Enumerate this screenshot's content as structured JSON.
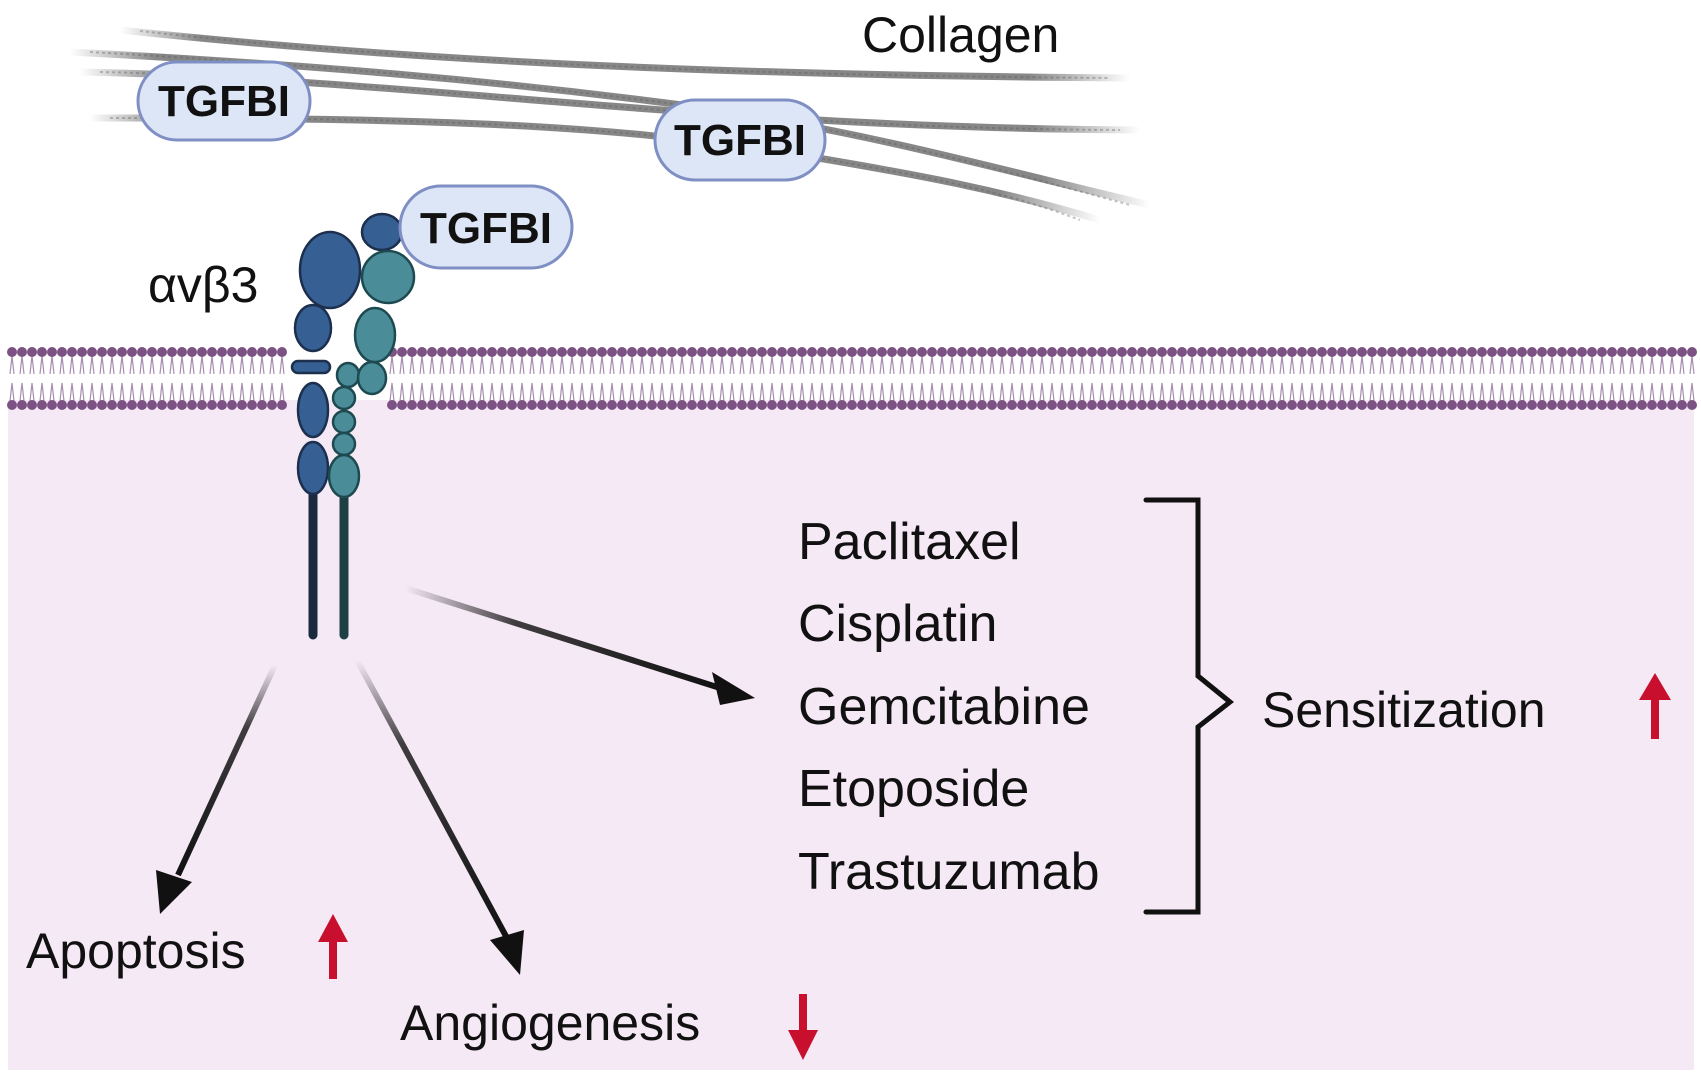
{
  "labels": {
    "collagen": "Collagen",
    "integrin": "αvβ3",
    "tgfbi": [
      "TGFBI",
      "TGFBI",
      "TGFBI"
    ],
    "sensitization": "Sensitization",
    "apoptosis": "Apoptosis",
    "angiogenesis": "Angiogenesis"
  },
  "drugs": [
    "Paclitaxel",
    "Cisplatin",
    "Gemcitabine",
    "Etoposide",
    "Trastuzumab"
  ],
  "effects": {
    "sensitization": "up",
    "apoptosis": "up",
    "angiogenesis": "down"
  },
  "icons": {
    "up_arrow": "red-up-arrow",
    "down_arrow": "red-down-arrow"
  },
  "colors": {
    "cytoplasm": "#f6e9f6",
    "membrane_head": "#7b5283",
    "membrane_tail": "#a88fb0",
    "integrin_alpha": "#365f93",
    "integrin_beta": "#4a8c98",
    "tgfbi_fill": "#dde6f7",
    "tgfbi_stroke": "#7f8fc4",
    "effect_arrow": "#c8102e",
    "collagen": "#8a8a8a"
  }
}
